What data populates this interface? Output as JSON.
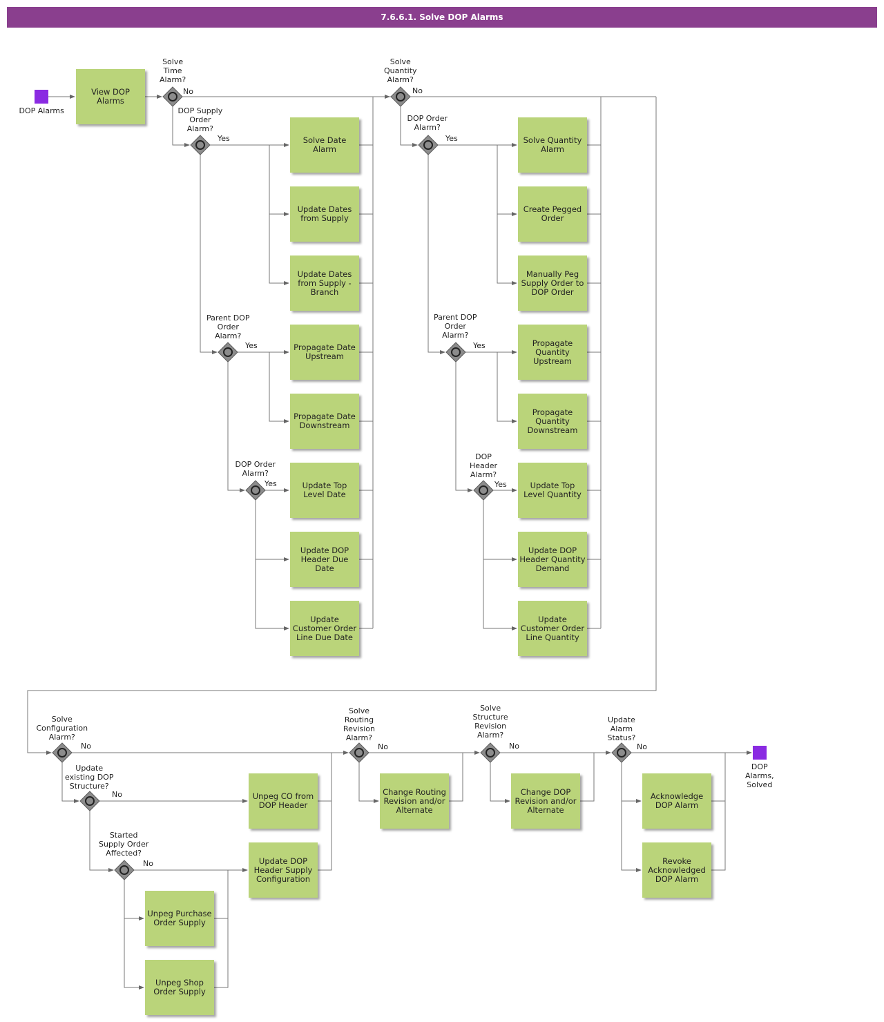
{
  "title": "7.6.6.1. Solve DOP Alarms",
  "events": {
    "start": "DOP Alarms",
    "end": "DOP\nAlarms,\nSolved"
  },
  "tasks": {
    "view_dop_alarms": "View DOP\nAlarms",
    "solve_date_alarm": "Solve Date\nAlarm",
    "update_dates_from_supply": "Update Dates\nfrom Supply",
    "update_dates_from_supply_branch": "Update Dates\nfrom Supply -\nBranch",
    "propagate_date_upstream": "Propagate Date\nUpstream",
    "propagate_date_downstream": "Propagate Date\nDownstream",
    "update_top_level_date": "Update Top\nLevel Date",
    "update_dop_header_due_date": "Update DOP\nHeader Due\nDate",
    "update_customer_order_line_due_date": "Update\nCustomer Order\nLine Due Date",
    "solve_quantity_alarm": "Solve Quantity\nAlarm",
    "create_pegged_order": "Create Pegged\nOrder",
    "manually_peg_supply_order": "Manually Peg\nSupply Order to\nDOP Order",
    "propagate_quantity_upstream": "Propagate\nQuantity\nUpstream",
    "propagate_quantity_downstream": "Propagate\nQuantity\nDownstream",
    "update_top_level_quantity": "Update Top\nLevel Quantity",
    "update_dop_header_quantity_demand": "Update DOP\nHeader Quantity\nDemand",
    "update_customer_order_line_quantity": "Update\nCustomer Order\nLine Quantity",
    "unpeg_co_from_dop_header": "Unpeg CO from\nDOP Header",
    "update_dop_header_supply_configuration": "Update DOP\nHeader Supply\nConfiguration",
    "unpeg_purchase_order_supply": "Unpeg Purchase\nOrder Supply",
    "unpeg_shop_order_supply": "Unpeg Shop\nOrder Supply",
    "change_routing_revision": "Change Routing\nRevision and/or\nAlternate",
    "change_dop_revision": "Change DOP\nRevision and/or\nAlternate",
    "acknowledge_dop_alarm": "Acknowledge\nDOP Alarm",
    "revoke_acknowledged_dop_alarm": "Revoke\nAcknowledged\nDOP Alarm"
  },
  "gateways": {
    "solve_time_alarm": "Solve\nTime\nAlarm?",
    "dop_supply_order_alarm": "DOP Supply\nOrder\nAlarm?",
    "parent_dop_order_alarm_1": "Parent DOP\nOrder\nAlarm?",
    "dop_order_alarm_1": "DOP Order\nAlarm?",
    "solve_quantity_alarm": "Solve\nQuantity\nAlarm?",
    "dop_order_alarm_2": "DOP Order\nAlarm?",
    "parent_dop_order_alarm_2": "Parent DOP\nOrder\nAlarm?",
    "dop_header_alarm": "DOP\nHeader\nAlarm?",
    "solve_configuration_alarm": "Solve\nConfiguration\nAlarm?",
    "update_existing_dop_structure": "Update\nexisting DOP\nStructure?",
    "started_supply_order_affected": "Started\nSupply Order\nAffected?",
    "solve_routing_revision_alarm": "Solve\nRouting\nRevision\nAlarm?",
    "solve_structure_revision_alarm": "Solve\nStructure\nRevision\nAlarm?",
    "update_alarm_status": "Update\nAlarm\nStatus?"
  },
  "branch_labels": {
    "yes": "Yes",
    "no": "No"
  },
  "colors": {
    "title_bar": "#8a3f8e",
    "task_fill": "#bad47a",
    "event_fill": "#8a2be2",
    "gateway_fill": "#8c8c8c",
    "connector": "#666666"
  }
}
